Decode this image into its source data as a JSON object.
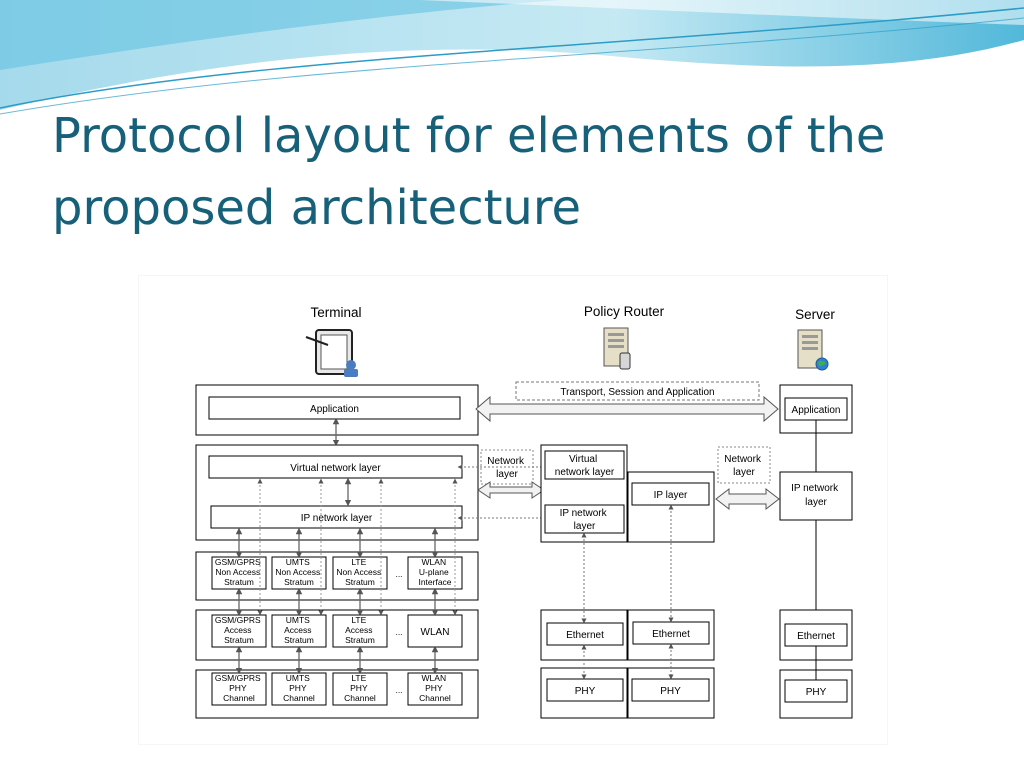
{
  "slide": {
    "title_line1": "Protocol layout for elements of the",
    "title_line2": "proposed architecture"
  },
  "colors": {
    "title": "#17607a",
    "wave_light": "#bfe7f2",
    "wave_dark": "#3fb0d6"
  },
  "diagram": {
    "entities": {
      "terminal": "Terminal",
      "policy_router": "Policy Router",
      "server": "Server"
    },
    "icons": {
      "terminal": "mobile-device-icon",
      "policy_router": "server-tower-icon",
      "server": "server-tower-globe-icon"
    },
    "transport_label": "Transport, Session and Application",
    "terminal": {
      "application": "Application",
      "virtual_network_layer": "Virtual network layer",
      "ip_network_layer": "IP network layer",
      "ellipsis": "...",
      "row1": [
        [
          "GSM/GPRS",
          "Non Access",
          "Stratum"
        ],
        [
          "UMTS",
          "Non Access",
          "Stratum"
        ],
        [
          "LTE",
          "Non Access",
          "Stratum"
        ],
        [
          "WLAN",
          "U-plane",
          "Interface"
        ]
      ],
      "row2": [
        [
          "GSM/GPRS",
          "Access",
          "Stratum"
        ],
        [
          "UMTS",
          "Access",
          "Stratum"
        ],
        [
          "LTE",
          "Access",
          "Stratum"
        ],
        [
          "WLAN"
        ]
      ],
      "row3": [
        [
          "GSM/GPRS",
          "PHY",
          "Channel"
        ],
        [
          "UMTS",
          "PHY",
          "Channel"
        ],
        [
          "LTE",
          "PHY",
          "Channel"
        ],
        [
          "WLAN",
          "PHY",
          "Channel"
        ]
      ]
    },
    "network_layer_label": [
      "Network",
      "layer"
    ],
    "policy_router": {
      "virtual_network_layer": [
        "Virtual",
        "network layer"
      ],
      "ip_network_layer": [
        "IP network",
        "layer"
      ],
      "ip_layer": "IP layer",
      "ethernet": "Ethernet",
      "phy": "PHY"
    },
    "server": {
      "application": "Application",
      "ip_network_layer": [
        "IP network",
        "layer"
      ],
      "ethernet": "Ethernet",
      "phy": "PHY"
    }
  }
}
